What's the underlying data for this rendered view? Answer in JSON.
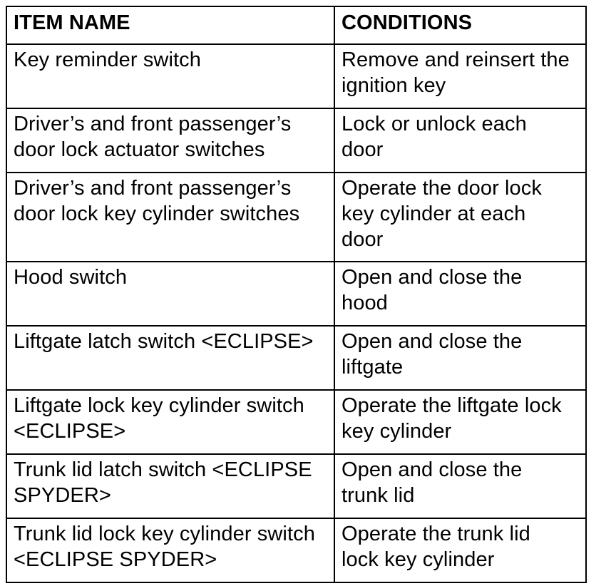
{
  "table": {
    "headers": [
      "ITEM NAME",
      "CONDITIONS"
    ],
    "rows": [
      {
        "item": [
          "Key reminder switch"
        ],
        "conditions": [
          "Remove and reinsert the",
          "ignition key"
        ]
      },
      {
        "item": [
          "Driver’s and front passenger’s",
          "door lock actuator switches"
        ],
        "conditions": [
          "Lock or unlock each",
          "door"
        ]
      },
      {
        "item": [
          "Driver’s and front passenger’s",
          "door lock key cylinder switches"
        ],
        "conditions": [
          "Operate the door lock",
          "key cylinder at each",
          "door"
        ]
      },
      {
        "item": [
          "Hood switch"
        ],
        "conditions": [
          "Open and close the",
          "hood"
        ]
      },
      {
        "item": [
          "Liftgate latch switch <ECLIPSE>"
        ],
        "conditions": [
          "Open and close the",
          "liftgate"
        ]
      },
      {
        "item": [
          "Liftgate lock key cylinder switch",
          "<ECLIPSE>"
        ],
        "conditions": [
          "Operate the liftgate lock",
          "key cylinder"
        ]
      },
      {
        "item": [
          "Trunk lid latch switch <ECLIPSE",
          "SPYDER>"
        ],
        "conditions": [
          "Open and close the",
          "trunk lid"
        ]
      },
      {
        "item": [
          "Trunk lid lock key cylinder switch",
          "<ECLIPSE SPYDER>"
        ],
        "conditions": [
          "Operate the trunk lid",
          "lock key cylinder"
        ]
      }
    ]
  }
}
